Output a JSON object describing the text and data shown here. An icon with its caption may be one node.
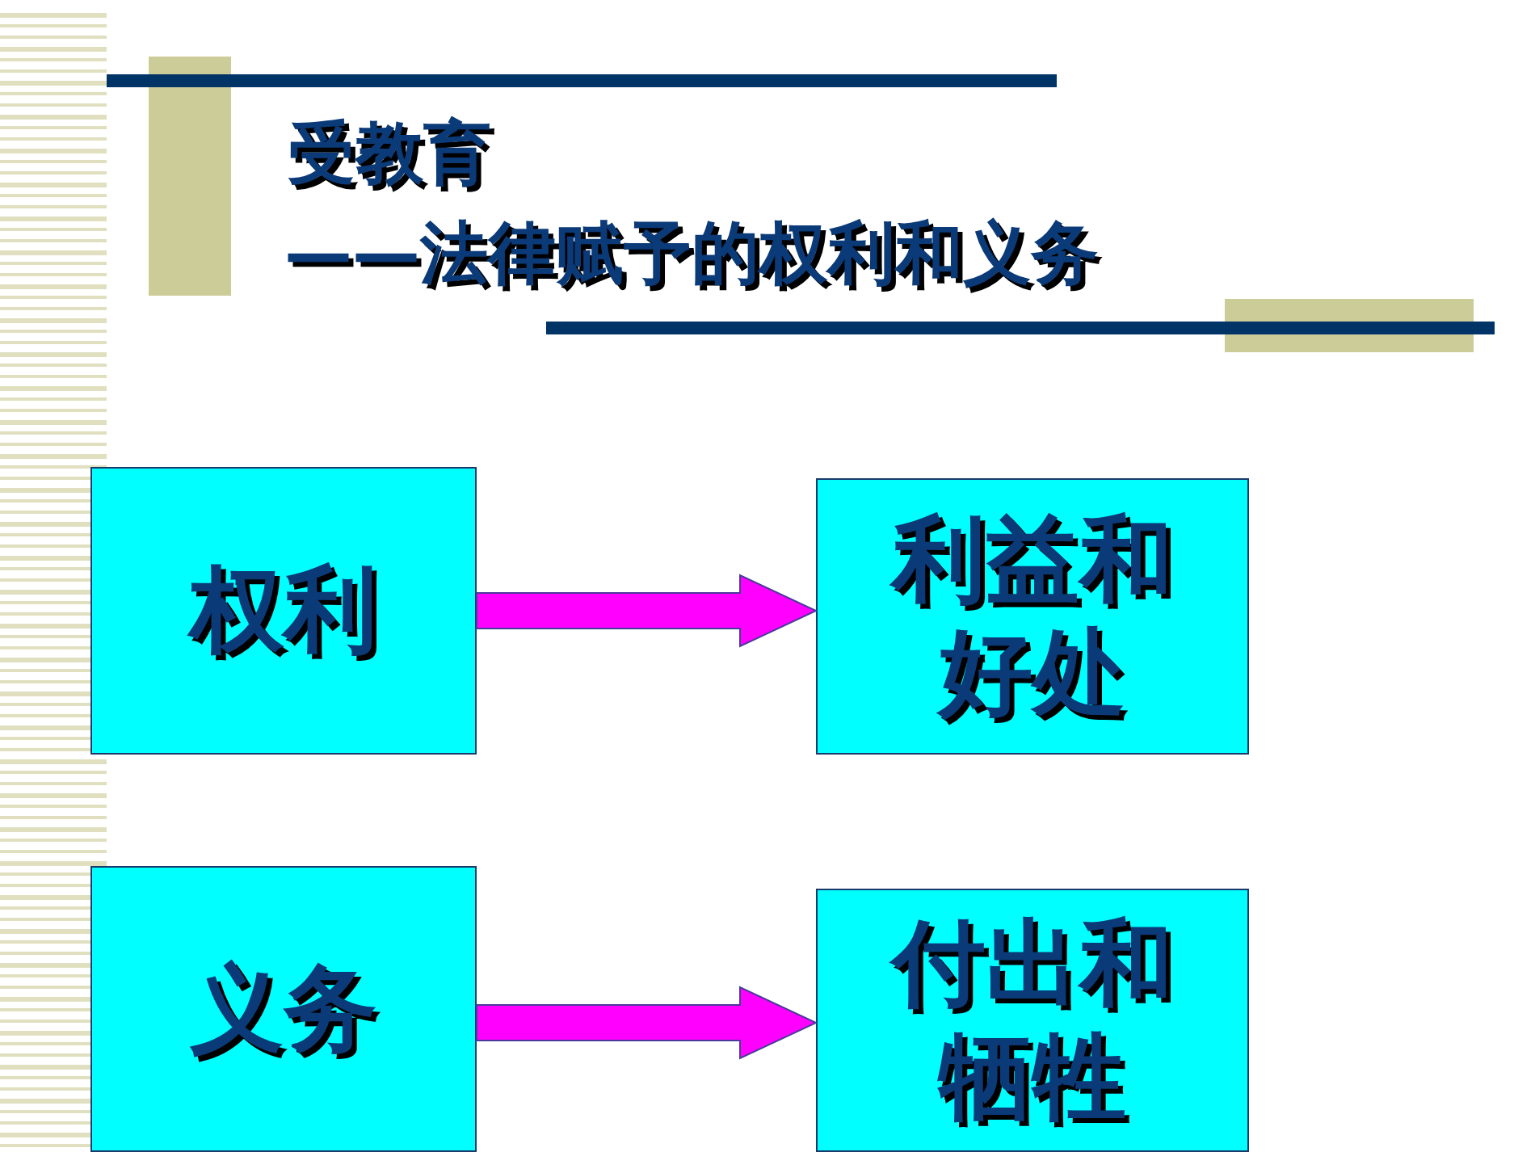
{
  "diagram": {
    "title": "受教育",
    "nodes": [
      {
        "text": [
          "权利"
        ]
      },
      {
        "text": [
          "利益和好处"
        ]
      },
      {
        "text": [
          "义务"
        ]
      },
      {
        "text": [
          "付出和牺牲"
        ]
      }
    ],
    "edges": [
      {
        "from": 0,
        "to": 1,
        "arrow": "to"
      },
      {
        "from": 2,
        "to": 3,
        "arrow": "to"
      }
    ],
    "labels": [
      "——法律赋予的权利和义务"
    ]
  }
}
